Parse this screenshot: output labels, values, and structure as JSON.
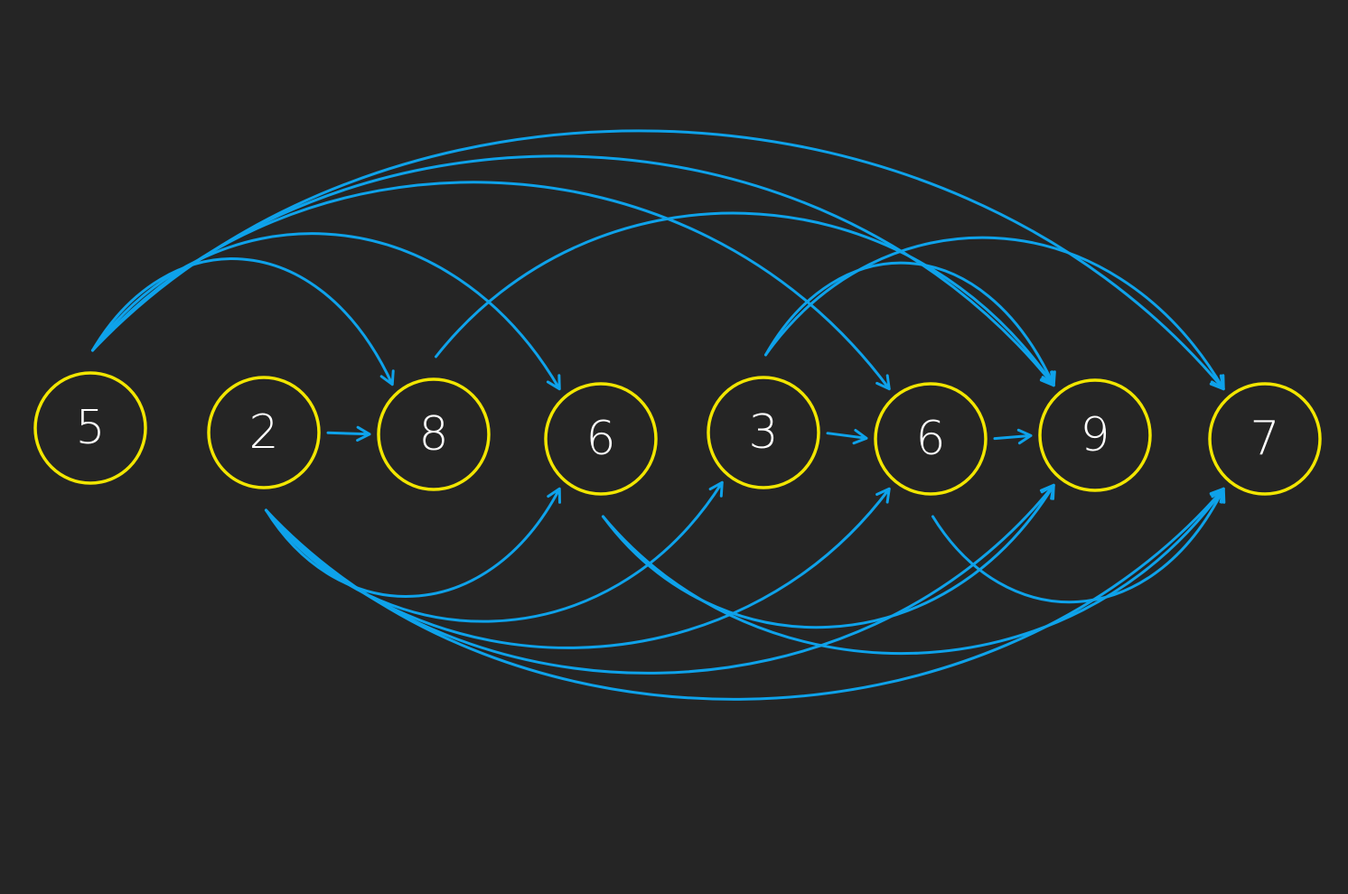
{
  "colors": {
    "background": "#252525",
    "node_outline": "#f2e600",
    "node_text": "#ffffff",
    "edge": "#0ea2ea"
  },
  "nodes": [
    {
      "id": "n0",
      "label": "5"
    },
    {
      "id": "n1",
      "label": "2"
    },
    {
      "id": "n2",
      "label": "8"
    },
    {
      "id": "n3",
      "label": "6"
    },
    {
      "id": "n4",
      "label": "3"
    },
    {
      "id": "n5",
      "label": "6"
    },
    {
      "id": "n6",
      "label": "9"
    },
    {
      "id": "n7",
      "label": "7"
    }
  ],
  "edges": [
    {
      "from": "n0",
      "to": "n2"
    },
    {
      "from": "n0",
      "to": "n3"
    },
    {
      "from": "n0",
      "to": "n5"
    },
    {
      "from": "n0",
      "to": "n6"
    },
    {
      "from": "n0",
      "to": "n7"
    },
    {
      "from": "n1",
      "to": "n2"
    },
    {
      "from": "n1",
      "to": "n3"
    },
    {
      "from": "n1",
      "to": "n4"
    },
    {
      "from": "n1",
      "to": "n5"
    },
    {
      "from": "n1",
      "to": "n6"
    },
    {
      "from": "n1",
      "to": "n7"
    },
    {
      "from": "n2",
      "to": "n6"
    },
    {
      "from": "n3",
      "to": "n6"
    },
    {
      "from": "n3",
      "to": "n7"
    },
    {
      "from": "n4",
      "to": "n5"
    },
    {
      "from": "n4",
      "to": "n6"
    },
    {
      "from": "n4",
      "to": "n7"
    },
    {
      "from": "n5",
      "to": "n6"
    },
    {
      "from": "n5",
      "to": "n7"
    }
  ]
}
